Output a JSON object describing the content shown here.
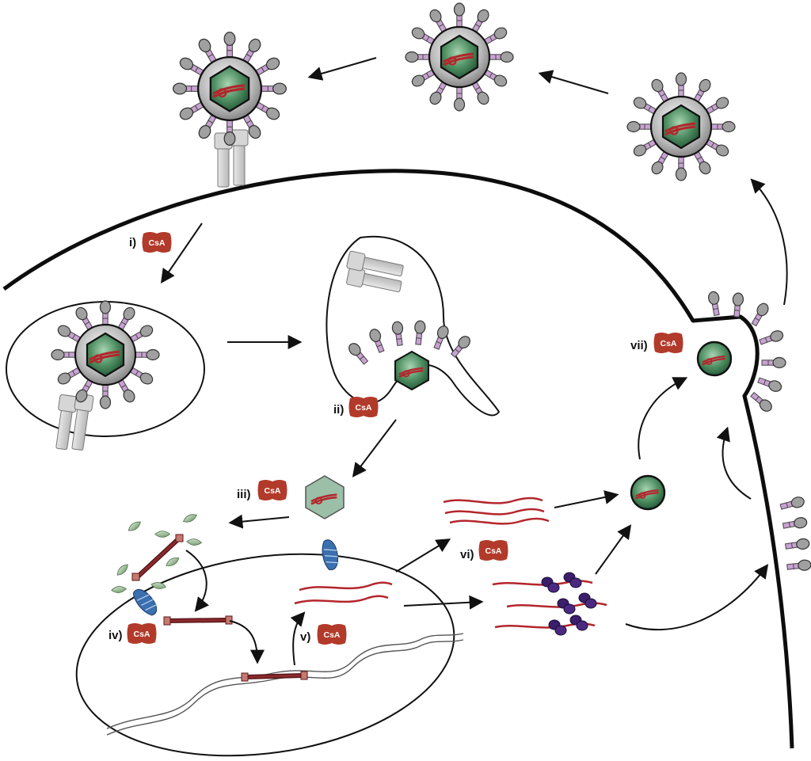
{
  "drug": {
    "name": "CsA",
    "color": "#b23a2a"
  },
  "steps": [
    {
      "id": "i",
      "label": "i)"
    },
    {
      "id": "ii",
      "label": "ii)"
    },
    {
      "id": "iii",
      "label": "iii)"
    },
    {
      "id": "iv",
      "label": "iv)"
    },
    {
      "id": "v",
      "label": "v)"
    },
    {
      "id": "vi",
      "label": "vi)"
    },
    {
      "id": "vii",
      "label": "vii)"
    }
  ],
  "colors": {
    "capsid": "#2f6e45",
    "capsid_light": "#8fc19f",
    "rna": "#b3262c",
    "envelope_protein": "#c6a0cf",
    "receptor": "#cfcfcf",
    "ribosome": "#3b1f6b",
    "import_protein": "#3a6fb0",
    "dna_segment": "#6e1e22"
  },
  "icons": [
    "virion-icon",
    "receptor-icon",
    "capsid-icon",
    "rna-icon",
    "ribosome-icon",
    "nuclear-pore-icon",
    "dna-icon",
    "arrow-icon"
  ]
}
